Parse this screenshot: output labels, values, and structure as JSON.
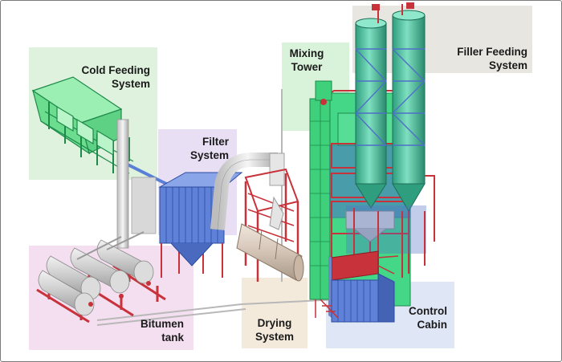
{
  "labels": {
    "cold_feeding": "Cold Feeding\nSystem",
    "filter": "Filter\nSystem",
    "mixing_tower": "Mixing\nTower",
    "filler_feeding": "Filler Feeding\nSystem",
    "bitumen_tank": "Bitumen\ntank",
    "drying": "Drying\nSystem",
    "control_cabin": "Control\nCabin"
  },
  "colors": {
    "cold_feeding_zone": "#dff2dd",
    "filter_zone": "#e9dff5",
    "mixing_tower_zone": "#d9f2da",
    "filler_feeding_zone": "#e8e6e0",
    "bitumen_zone": "#f3dfef",
    "drying_zone": "#f4eadb",
    "control_cabin_zone": "#dfe6f6",
    "green_structure": "#3ed07a",
    "blue_structure": "#4f6fc8",
    "red_steel": "#c8323a",
    "silver_tank": "#cfcfcf",
    "silo_teal": "#4fbf9a"
  }
}
